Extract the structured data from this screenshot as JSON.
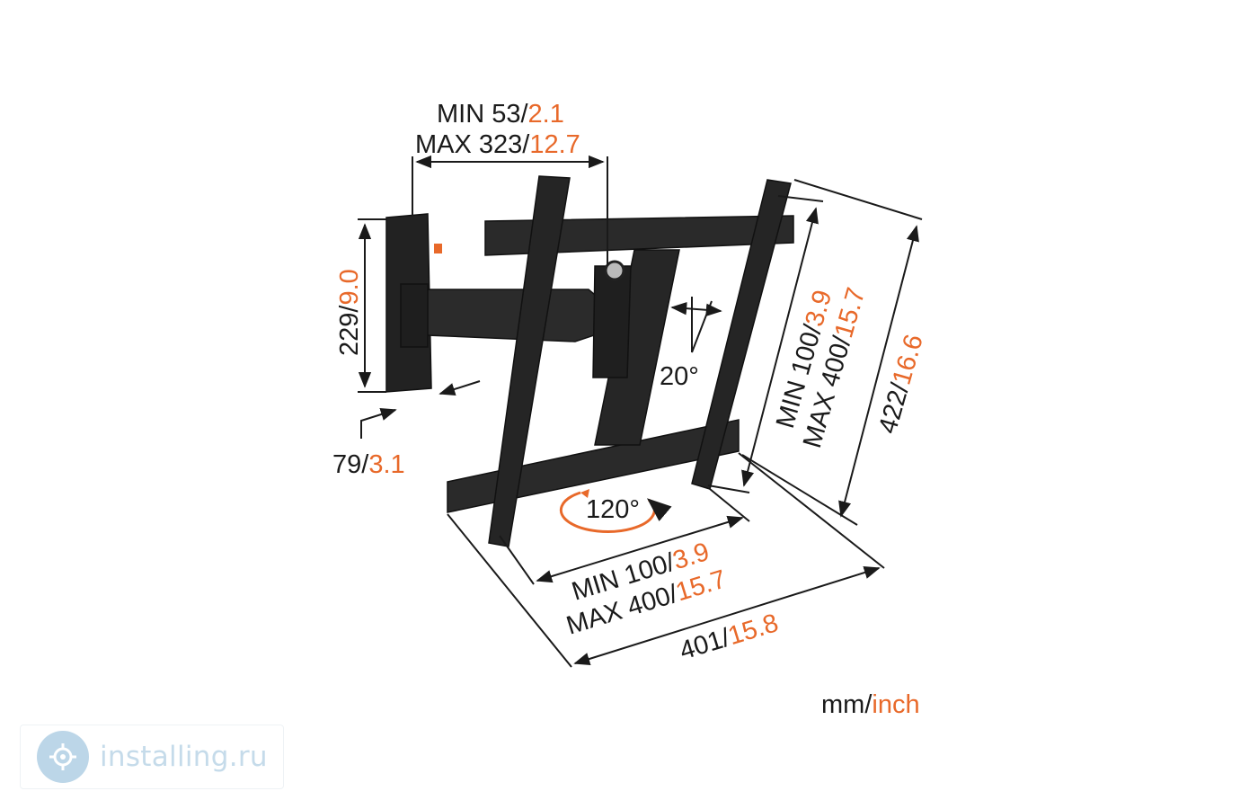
{
  "diagram": {
    "arm_extension": {
      "min_label": "MIN 53/",
      "min_value": "2.1",
      "max_label": "MAX 323/",
      "max_value": "12.7"
    },
    "wall_plate_height": {
      "label": "229/",
      "value": "9.0"
    },
    "wall_plate_depth": {
      "label": "79/",
      "value": "3.1"
    },
    "tilt_angle": "20°",
    "swivel_angle": "120°",
    "vesa_vertical": {
      "min_label": "MIN 100/",
      "min_value": "3.9",
      "max_label": "MAX 400/",
      "max_value": "15.7"
    },
    "total_height": {
      "label": "422/",
      "value": "16.6"
    },
    "vesa_horizontal": {
      "min_label": "MIN 100/",
      "min_value": "3.9",
      "max_label": "MAX 400/",
      "max_value": "15.7"
    },
    "total_width": {
      "label": "401/",
      "value": "15.8"
    },
    "units": {
      "label": "mm/",
      "value": "inch"
    }
  },
  "watermark": {
    "text": "installing.ru"
  },
  "colors": {
    "accent": "#e8692a",
    "ink": "#1a1a1a",
    "mount": "#232323"
  }
}
